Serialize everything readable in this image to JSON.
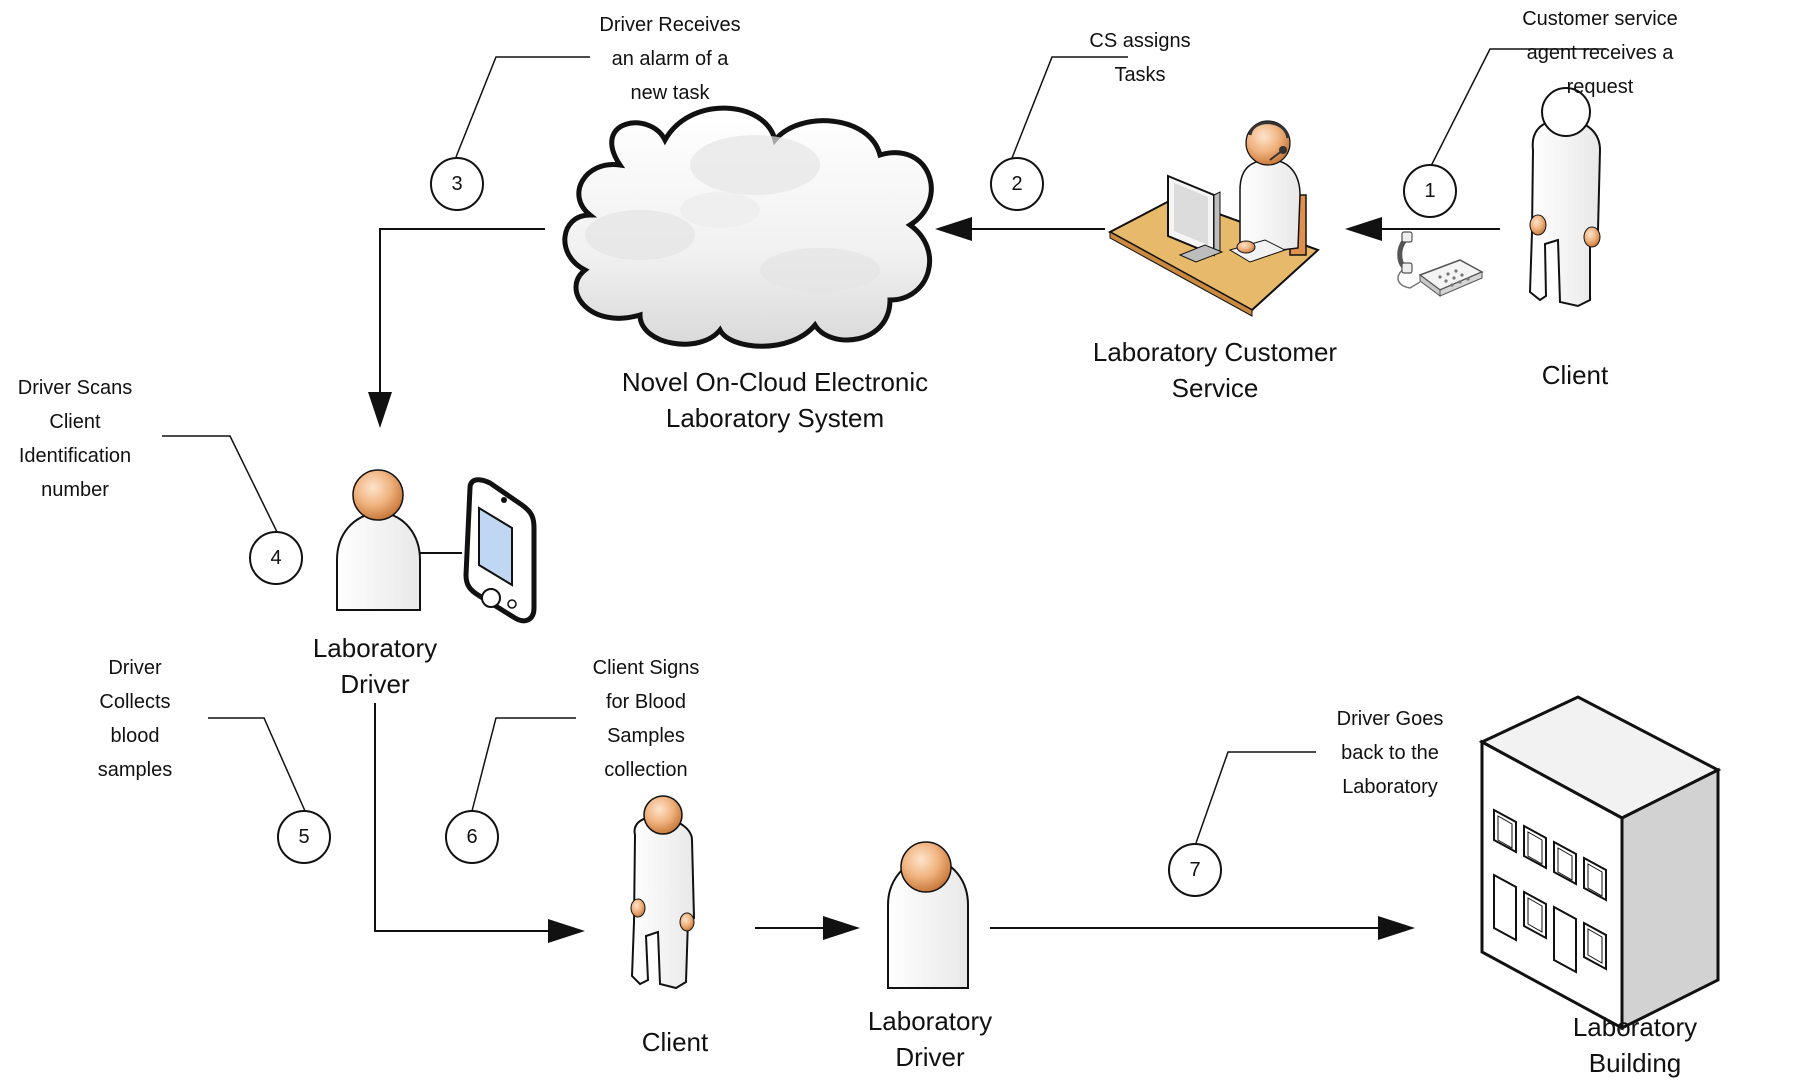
{
  "nodes": {
    "cloud_label": [
      "Novel On-Cloud Electronic",
      "Laboratory System"
    ],
    "cs_label": [
      "Laboratory Customer",
      "Service"
    ],
    "client_top_label": [
      "Client"
    ],
    "driver_mid_label": [
      "Laboratory",
      "Driver"
    ],
    "client_bottom_label": [
      "Client"
    ],
    "driver_bottom_label": [
      "Laboratory",
      "Driver"
    ],
    "building_label": [
      "Laboratory",
      "Building"
    ]
  },
  "steps": [
    {
      "number": "1",
      "lines": [
        "Customer service",
        "agent receives a",
        "request"
      ]
    },
    {
      "number": "2",
      "lines": [
        "CS assigns",
        "Tasks"
      ]
    },
    {
      "number": "3",
      "lines": [
        "Driver Receives",
        "an alarm of a",
        "new task"
      ]
    },
    {
      "number": "4",
      "lines": [
        "Driver Scans",
        "Client",
        "Identification",
        "number"
      ]
    },
    {
      "number": "5",
      "lines": [
        "Driver",
        "Collects",
        "blood",
        "samples"
      ]
    },
    {
      "number": "6",
      "lines": [
        "Client Signs",
        "for Blood",
        "Samples",
        "collection"
      ]
    },
    {
      "number": "7",
      "lines": [
        "Driver Goes",
        "back to the",
        "Laboratory"
      ]
    }
  ],
  "icons": [
    "cloud-icon",
    "agent-at-desk-icon",
    "telephone-icon",
    "client-person-icon",
    "driver-person-icon",
    "handheld-scanner-icon",
    "lab-building-icon"
  ],
  "colors": {
    "skin": "#e9a56f",
    "line": "#111111",
    "desk": "#e7b96b"
  }
}
